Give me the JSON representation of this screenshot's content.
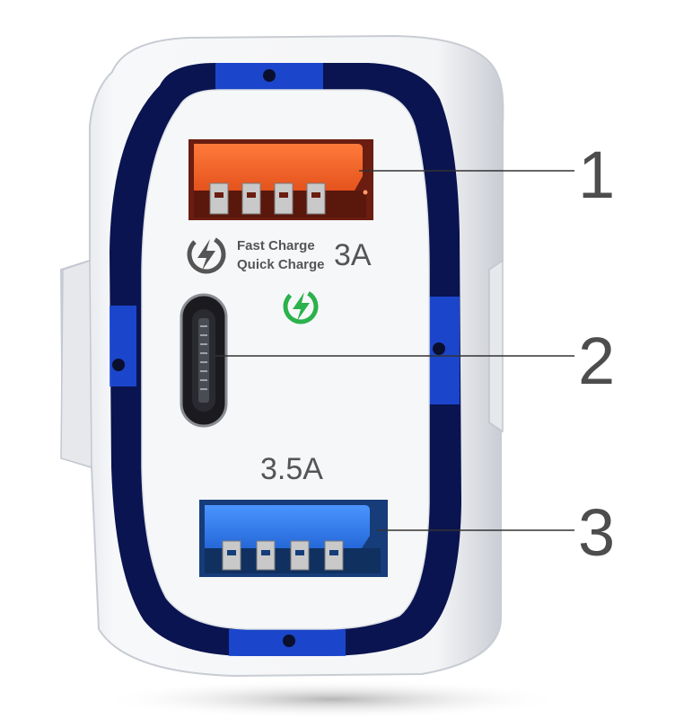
{
  "product": {
    "fast_charge_text": "Fast Charge",
    "quick_charge_text": "Quick Charge",
    "top_port_rating": "3A",
    "bottom_port_rating": "3.5A"
  },
  "callouts": [
    {
      "number": "1",
      "port": "usb-a-orange"
    },
    {
      "number": "2",
      "port": "usb-c"
    },
    {
      "number": "3",
      "port": "usb-a-blue"
    }
  ],
  "colors": {
    "ring": "#0a1450",
    "ring_light": "#1e4fe0",
    "shell": "#f4f5f7",
    "port_orange": "#f2652a",
    "port_blue": "#2f7be8",
    "bolt_green": "#2bb24c"
  },
  "icons": {
    "fast_charge_icon": "lightning-bolt-circle-icon",
    "green_badge_icon": "green-lightning-bolt-icon"
  }
}
